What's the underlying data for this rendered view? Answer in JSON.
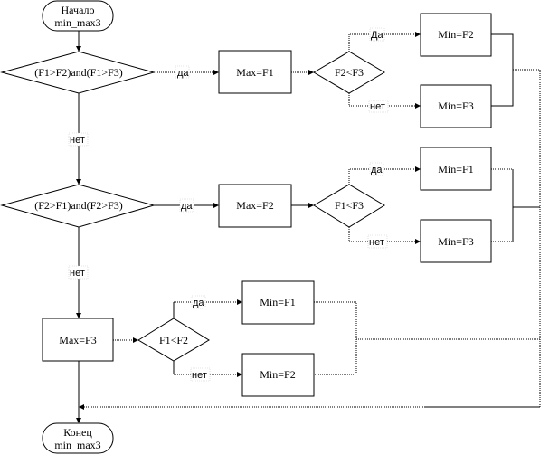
{
  "diagram": {
    "title": "min_max3",
    "nodes": {
      "start": {
        "line1": "Начало",
        "line2": "min_max3"
      },
      "cond1": {
        "label": "(F1>F2)and(F1>F3)"
      },
      "max_f1": {
        "label": "Max=F1"
      },
      "cond_f2_lt_f3": {
        "label": "F2<F3"
      },
      "min_f2_a": {
        "label": "Min=F2"
      },
      "min_f3_a": {
        "label": "Min=F3"
      },
      "cond2": {
        "label": "(F2>F1)and(F2>F3)"
      },
      "max_f2": {
        "label": "Max=F2"
      },
      "cond_f1_lt_f3": {
        "label": "F1<F3"
      },
      "min_f1_b": {
        "label": "Min=F1"
      },
      "min_f3_b": {
        "label": "Min=F3"
      },
      "max_f3": {
        "label": "Max=F3"
      },
      "cond_f1_lt_f2": {
        "label": "F1<F2"
      },
      "min_f1_c": {
        "label": "Min=F1"
      },
      "min_f2_c": {
        "label": "Min=F2"
      },
      "end": {
        "line1": "Конец",
        "line2": "min_max3"
      }
    },
    "edge_labels": {
      "cond1_yes": "да",
      "cond1_no": "нет",
      "c23_yes": "Да",
      "c23_no": "нет",
      "cond2_yes": "да",
      "cond2_no": "нет",
      "c13_yes": "да",
      "c13_no": "нет",
      "c12_yes": "да",
      "c12_no": "нет"
    }
  }
}
